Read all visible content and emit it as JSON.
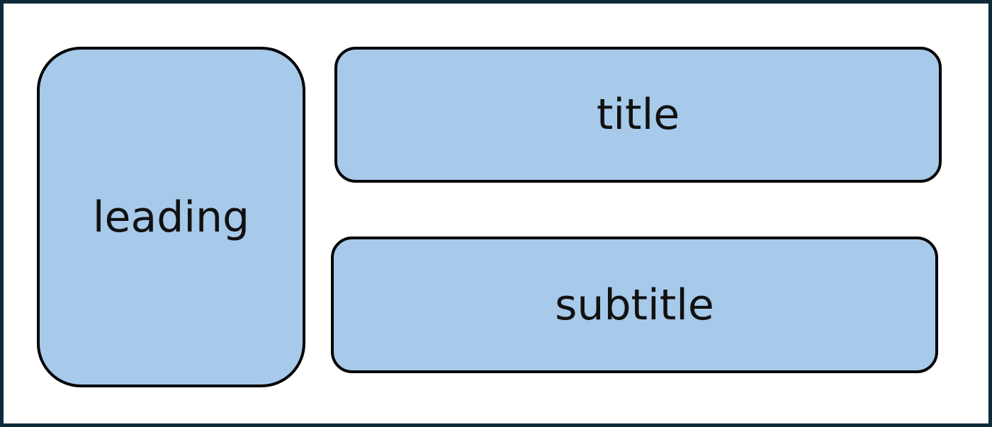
{
  "diagram": {
    "leading": "leading",
    "title": "title",
    "subtitle": "subtitle"
  },
  "colors": {
    "frame_border": "#0e2a3b",
    "box_fill": "#a7c9ea",
    "box_border": "#000000",
    "background": "#ffffff"
  }
}
